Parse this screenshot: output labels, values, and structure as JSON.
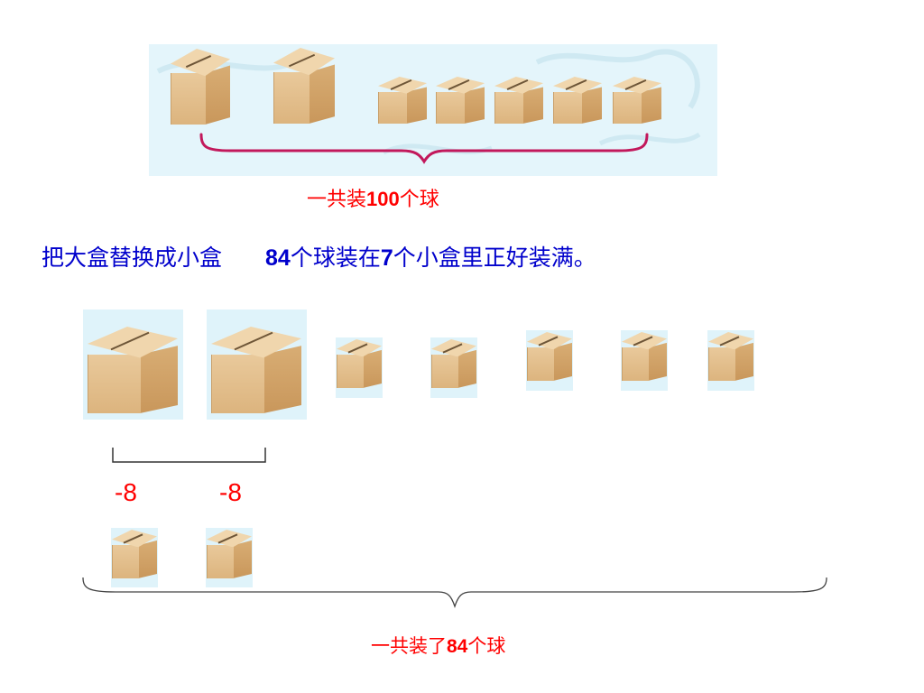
{
  "top": {
    "caption_prefix": "一共装",
    "caption_number": "100",
    "caption_suffix": "个球"
  },
  "statement": {
    "left_text": "把大盒替换成小盒",
    "number_a": "84",
    "mid_text": "个球装在",
    "number_b": "7",
    "right_text": "个小盒里正好装满。"
  },
  "swap": {
    "minus_left": "-8",
    "minus_right": "-8"
  },
  "bottom": {
    "caption_prefix": "一共装了",
    "caption_number": "84",
    "caption_suffix": "个球"
  },
  "colors": {
    "red": "#ff0000",
    "blue": "#0000cc",
    "magenta_brace": "#c2185b",
    "illustration_bg": "#e4f5fb"
  }
}
